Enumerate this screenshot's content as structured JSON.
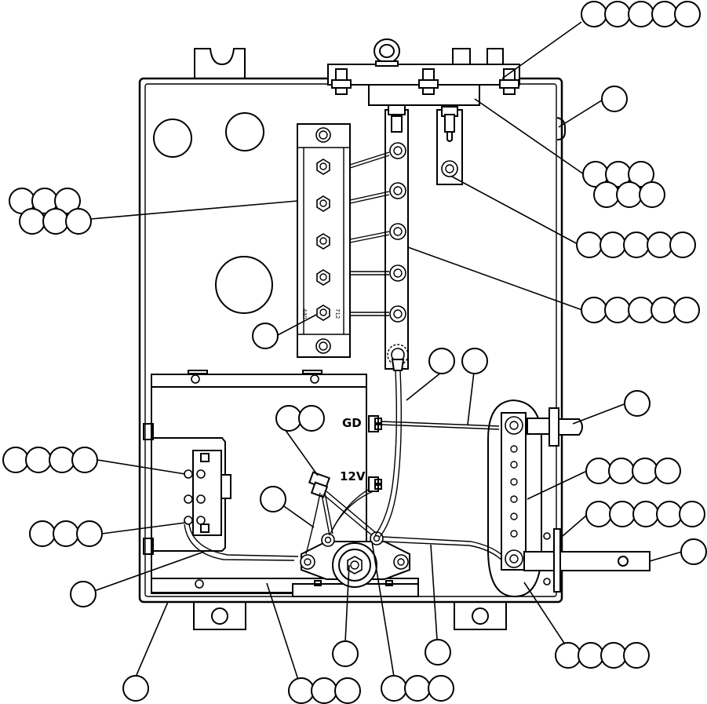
{
  "labels": {
    "gd": "GD",
    "v12": "12V",
    "strip_712": "712",
    "strip_440": "440"
  }
}
